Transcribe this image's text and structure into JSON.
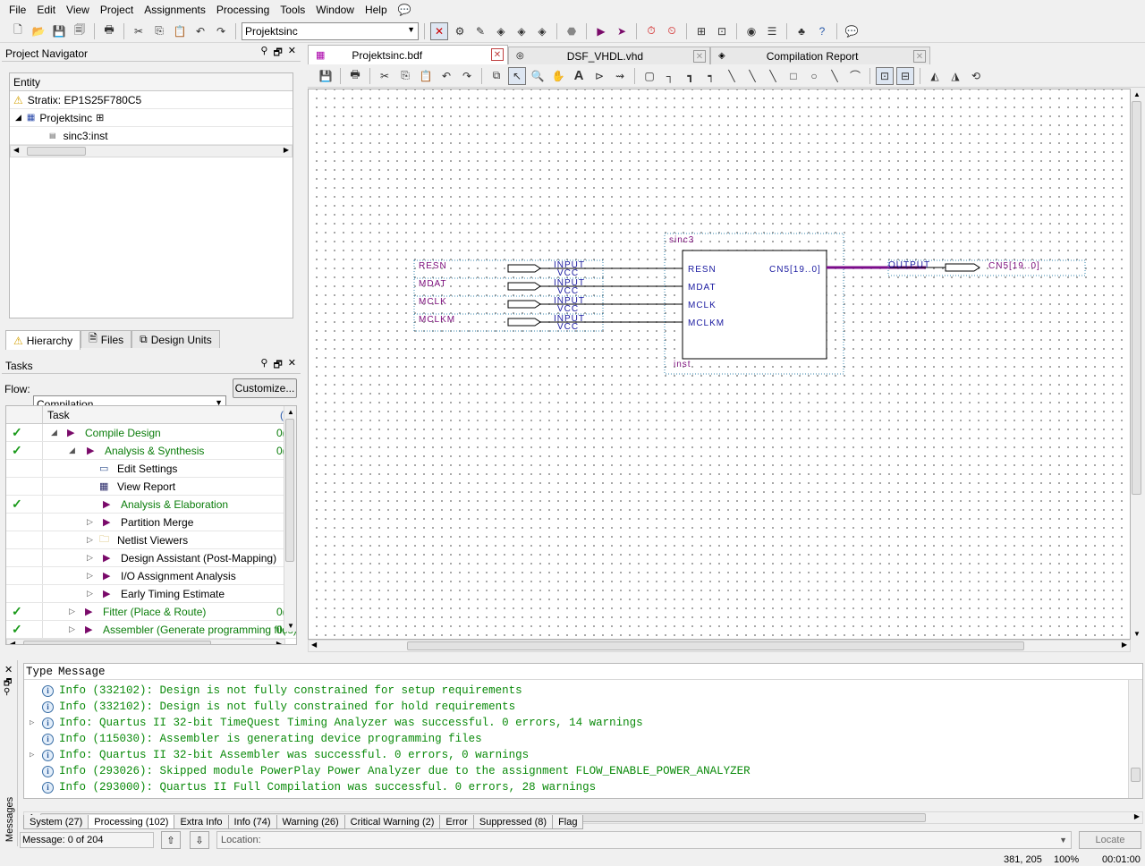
{
  "menu": [
    "File",
    "Edit",
    "View",
    "Project",
    "Assignments",
    "Processing",
    "Tools",
    "Window",
    "Help"
  ],
  "toolbar": {
    "project_combo": "Projektsinc"
  },
  "project_navigator": {
    "title": "Project Navigator",
    "column": "Entity",
    "device": "Stratix: EP1S25F780C5",
    "top_entity": "Projektsinc",
    "child_entity": "sinc3:inst",
    "tabs": [
      "Hierarchy",
      "Files",
      "Design Units"
    ]
  },
  "tasks": {
    "title": "Tasks",
    "flow_label": "Flow:",
    "flow_value": "Compilation",
    "customize_label": "Customize...",
    "column": "Task",
    "rows": [
      {
        "label": "Compile Design",
        "done": true
      },
      {
        "label": "Analysis & Synthesis",
        "done": true
      },
      {
        "label": "Edit Settings",
        "done": false
      },
      {
        "label": "View Report",
        "done": false
      },
      {
        "label": "Analysis & Elaboration",
        "done": true
      },
      {
        "label": "Partition Merge",
        "done": false
      },
      {
        "label": "Netlist Viewers",
        "done": false
      },
      {
        "label": "Design Assistant (Post-Mapping)",
        "done": false
      },
      {
        "label": "I/O Assignment Analysis",
        "done": false
      },
      {
        "label": "Early Timing Estimate",
        "done": false
      },
      {
        "label": "Fitter (Place & Route)",
        "done": true
      },
      {
        "label": "Assembler (Generate programming files)",
        "done": true
      }
    ],
    "time_fragment": "0("
  },
  "doc_tabs": [
    "Projektsinc.bdf",
    "DSF_VHDL.vhd",
    "Compilation Report"
  ],
  "schematic": {
    "block_name": "sinc3",
    "instance": "inst",
    "block_inputs": [
      "RESN",
      "MDAT",
      "MCLK",
      "MCLKM"
    ],
    "block_output": "CN5[19..0]",
    "input_pins": [
      "RESN",
      "MDAT",
      "MCLK",
      "MCLKM"
    ],
    "input_kind": "INPUT",
    "input_default": "VCC",
    "output_kind": "OUTPUT",
    "output_pin": "CN5[19..0]"
  },
  "messages": {
    "header_type": "Type",
    "header_message": "Message",
    "lines": [
      {
        "text": "Info (332102): Design is not fully constrained for setup requirements",
        "expand": false
      },
      {
        "text": "Info (332102): Design is not fully constrained for hold requirements",
        "expand": false
      },
      {
        "text": "Info: Quartus II 32-bit TimeQuest Timing Analyzer was successful. 0 errors, 14 warnings",
        "expand": true
      },
      {
        "text": "Info (115030): Assembler is generating device programming files",
        "expand": false
      },
      {
        "text": "Info: Quartus II 32-bit Assembler was successful. 0 errors, 0 warnings",
        "expand": true
      },
      {
        "text": "Info (293026): Skipped module PowerPlay Power Analyzer due to the assignment FLOW_ENABLE_POWER_ANALYZER",
        "expand": false
      },
      {
        "text": "Info (293000): Quartus II Full Compilation was successful. 0 errors, 28 warnings",
        "expand": false
      }
    ],
    "side_label": "Messages",
    "tabs": [
      "System (27)",
      "Processing (102)",
      "Extra Info",
      "Info (74)",
      "Warning (26)",
      "Critical Warning (2)",
      "Error",
      "Suppressed (8)",
      "Flag"
    ],
    "count": "Message: 0 of 204",
    "location_label": "Location:",
    "locate_label": "Locate"
  },
  "status": {
    "coords": "381, 205",
    "zoom": "100%",
    "time": "00:01:00"
  }
}
